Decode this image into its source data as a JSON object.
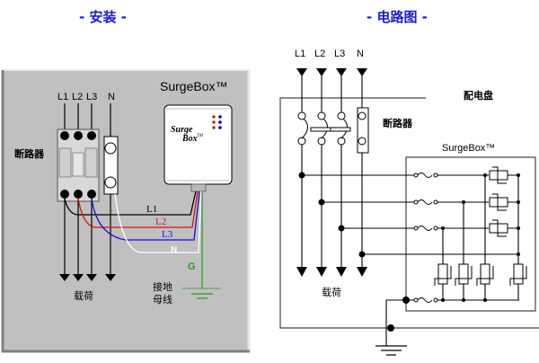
{
  "titles": {
    "installation": "- 安装 -",
    "circuit": "- 电路图 -"
  },
  "installation": {
    "product_label": "SurgeBox™",
    "device_logo_line1": "Surge",
    "device_logo_line2": "Box",
    "device_logo_tm": "TM",
    "breaker_label": "断路器",
    "phase_labels": [
      "L1",
      "L2",
      "L3",
      "N"
    ],
    "wire_labels": {
      "l1": "L1",
      "l2": "L2",
      "l3": "L3",
      "n": "N",
      "g": "G"
    },
    "load_label": "载荷",
    "ground_bus_line1": "接地",
    "ground_bus_line2": "母线",
    "colors": {
      "l1": "#000000",
      "l2": "#e01010",
      "l3": "#1010e0",
      "n": "#ffffff",
      "g": "#2a9a2a",
      "panel": "#c0c0c0",
      "led_red": "#cc0000",
      "led_blue": "#0000cc"
    }
  },
  "circuit": {
    "phase_labels": [
      "L1",
      "L2",
      "L3",
      "N"
    ],
    "panel_label": "配电盘",
    "breaker_label": "断路器",
    "product_label": "SurgeBox™",
    "load_label": "载荷"
  }
}
